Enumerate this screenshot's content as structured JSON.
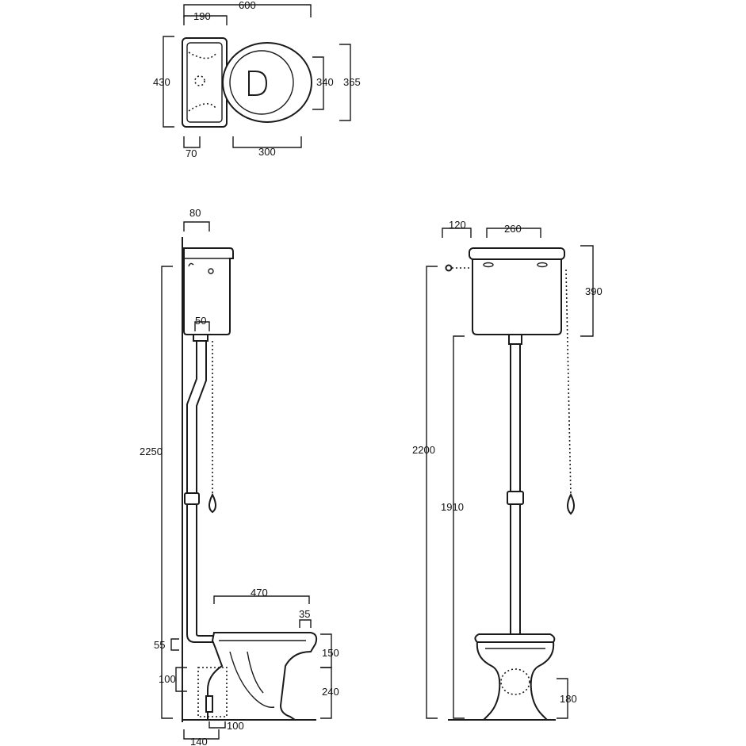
{
  "top_view": {
    "overall_width": "600",
    "tank_depth": "190",
    "depth_left": "430",
    "tank_offset": "70",
    "bowl_length": "300",
    "bowl_width": "340",
    "overall_depth": "365"
  },
  "side_view": {
    "tank_projection": "80",
    "pipe_diameter": "50",
    "overall_height": "2250",
    "bowl_projection": "470",
    "rim_depth": "35",
    "inlet_height": "55",
    "rim_offset": "150",
    "outlet_height": "100",
    "bowl_height": "240",
    "floor_offset": "140",
    "outlet_projection": "100"
  },
  "front_view": {
    "wall_offset": "120",
    "tank_width": "260",
    "tank_height": "390",
    "overall_height": "2200",
    "tank_bottom_height": "1910",
    "pan_inlet_height": "180"
  }
}
